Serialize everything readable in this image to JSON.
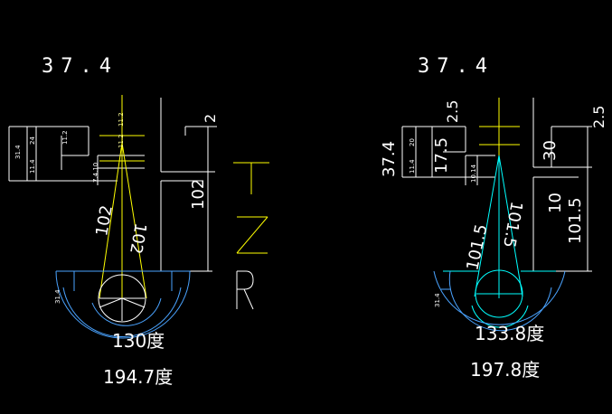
{
  "left": {
    "title": "37.4",
    "angle_inner": "130度",
    "angle_outer": "194.7度",
    "dims": {
      "top_right": "2",
      "right_height": "102",
      "slant_left": "102",
      "slant_right": "102",
      "small_a": "31.4",
      "small_b": "24",
      "small_c": "11.4",
      "small_d": "11.2",
      "small_e": "7.4.10",
      "small_f": "11.2",
      "small_g": "11.2",
      "bottom_left": "31.4"
    },
    "letters": [
      "T",
      "Z",
      "R"
    ]
  },
  "right": {
    "title": "37.4",
    "angle_inner": "133.8度",
    "angle_outer": "197.8度",
    "dims": {
      "top_mid": "2.5",
      "top_right": "2.5",
      "left_big": "37.4",
      "left_mid": "17.5",
      "right_30": "30",
      "right_10": "10",
      "right_1015": "101.5",
      "slant_left": "101.5",
      "slant_right": "101.5",
      "small_a": "20",
      "small_b": "11.4",
      "small_c": "10.14",
      "bottom_left": "31.4"
    }
  },
  "colors": {
    "background": "#000000",
    "white": "#ffffff",
    "yellow": "#ffff00",
    "cyan": "#00ffff",
    "blue": "#4aa3ff"
  }
}
